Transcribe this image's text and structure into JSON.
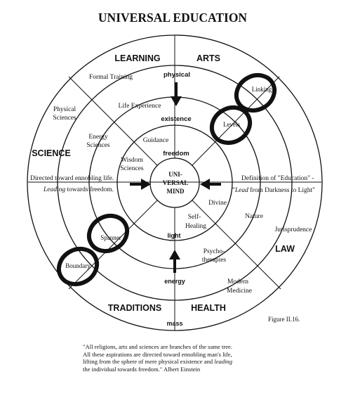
{
  "title": "UNIVERSAL EDUCATION",
  "quadrants": {
    "top_left": "LEARNING",
    "top_right": "ARTS",
    "left": "SCIENCE",
    "right": "LAW",
    "bottom_left": "TRADITIONS",
    "bottom_right": "HEALTH"
  },
  "axis": {
    "physical": "physical",
    "existence": "existence",
    "freedom": "freedom",
    "light": "light",
    "energy": "energy",
    "mass": "mass"
  },
  "center": [
    "UNI-",
    "VERSAL",
    "MIND"
  ],
  "outer_ring": {
    "formal_training": "Formal Training",
    "physical_sciences": [
      "Physical",
      "Sciences"
    ],
    "jurisprudence": "Jurisprudence",
    "modern_medicine": [
      "Modern",
      "Medicine"
    ]
  },
  "middle_ring": {
    "life_experience": "Life Experience",
    "energy_sciences": [
      "Energy",
      "Sciences"
    ],
    "nature": "Nature",
    "psychotherapies": [
      "Psycho-",
      "therapies"
    ]
  },
  "inner_ring": {
    "guidance": "Guidance",
    "wisdom_sciences": [
      "Wisdom",
      "Sciences"
    ],
    "divine": "Divine",
    "self_healing": [
      "Self-",
      "Healing"
    ]
  },
  "left_band": {
    "line1": "Directed toward ennobling life.",
    "line2_italic": "Leading",
    "line2_rest": " towards freedom."
  },
  "right_band": {
    "line1": "Definition of  \"Education\" -",
    "line2_open": "\"",
    "line2_italic": "Lead",
    "line2_rest": " from Darkness to Light\""
  },
  "loops": {
    "top": [
      "Linking",
      "Levels"
    ],
    "bottom": [
      "Spanner",
      "Boundary"
    ]
  },
  "figure_label": "Figure II.16.",
  "quote": {
    "line1": "\"All religions, arts and sciences are branches of the same tree.",
    "line2": "All these aspirations are directed toward ennobling man's life,",
    "line3_a": "lifting from the sphere of mere physical existence and ",
    "line3_italic": "leading",
    "line4": "the individual towards freedom.\"   Albert Einstein"
  },
  "colors": {
    "ink": "#111111",
    "background": "#ffffff"
  }
}
